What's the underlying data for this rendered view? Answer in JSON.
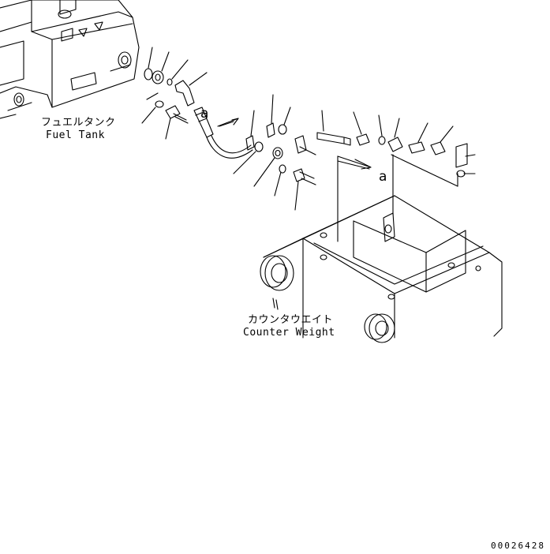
{
  "labels": {
    "fuel_tank_jp": "フュエルタンク",
    "fuel_tank_en": "Fuel Tank",
    "counter_weight_jp": "カウンタウエイト",
    "counter_weight_en": "Counter Weight",
    "callout_a": "a",
    "drawing_code": "00026428"
  },
  "colors": {
    "line": "#000000",
    "background": "#ffffff"
  }
}
